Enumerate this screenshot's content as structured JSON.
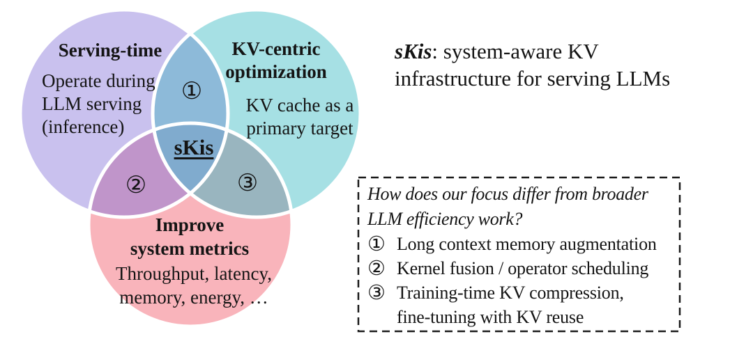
{
  "colors": {
    "serving_fill": "#c9c1ee",
    "kv_fill": "#a6e0e4",
    "metrics_fill": "#f9b4bb",
    "overlap_top": "#8dbad9",
    "overlap_left": "#c095ca",
    "overlap_right": "#99b5bf",
    "overlap_center": "#80abce",
    "border": "#ffffff",
    "text": "#141414"
  },
  "venn": {
    "serving": {
      "title": "Serving-time",
      "desc": [
        "Operate during",
        "LLM serving",
        "(inference)"
      ]
    },
    "kv": {
      "title": [
        "KV-centric",
        "optimization"
      ],
      "desc": [
        "KV cache as a",
        "primary target"
      ]
    },
    "metrics": {
      "title": [
        "Improve",
        "system metrics"
      ],
      "desc": [
        "Throughput, latency,",
        "memory, energy, …"
      ]
    },
    "labels": {
      "one": "①",
      "two": "②",
      "three": "③",
      "center": "sKis"
    }
  },
  "headline": {
    "term": "sKis",
    "rest": ": system-aware KV",
    "line2": "infrastructure for serving LLMs"
  },
  "callout": {
    "question": [
      "How does our focus differ from broader",
      "LLM efficiency work?"
    ],
    "items": [
      {
        "marker": "①",
        "lines": [
          "Long context memory augmentation"
        ]
      },
      {
        "marker": "②",
        "lines": [
          "Kernel fusion / operator scheduling"
        ]
      },
      {
        "marker": "③",
        "lines": [
          "Training-time KV compression,",
          "fine-tuning with KV reuse"
        ]
      }
    ]
  }
}
